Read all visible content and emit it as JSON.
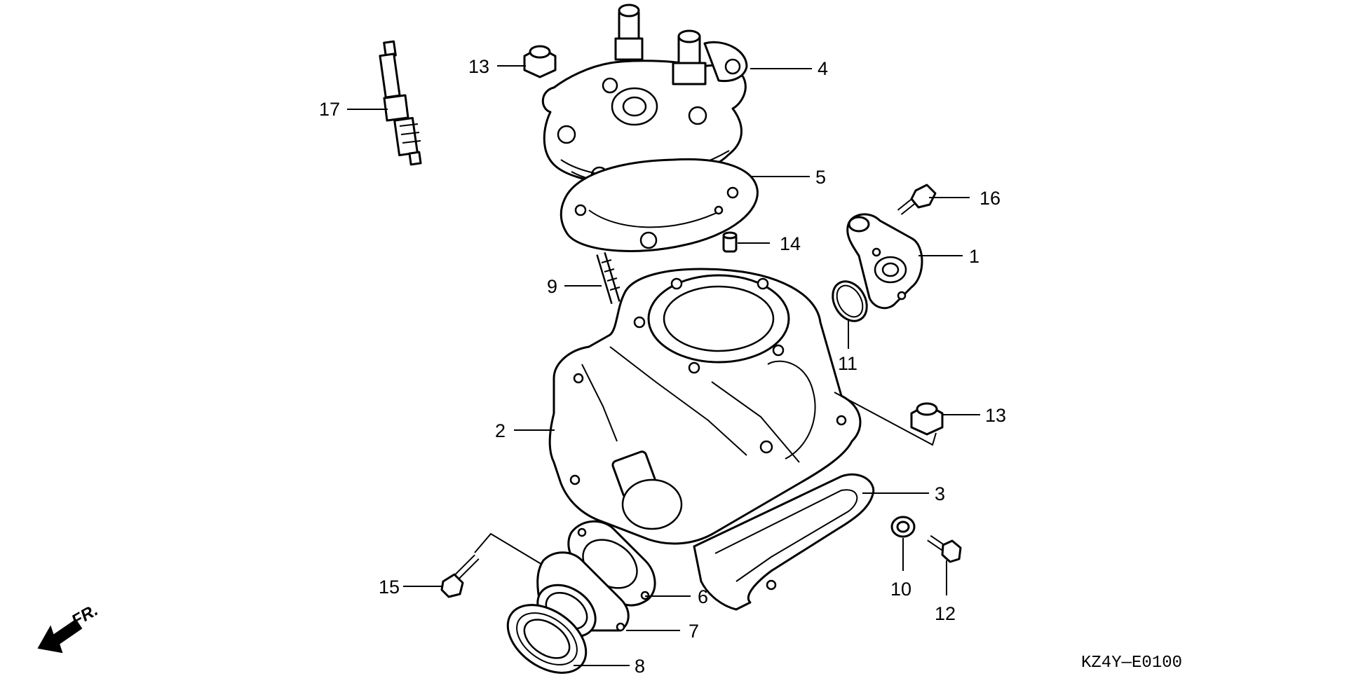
{
  "diagram": {
    "code": "KZ4Y—E0100",
    "direction": "FR.",
    "callouts": [
      {
        "id": "17",
        "part": "spark-plug"
      },
      {
        "id": "13",
        "part": "cap-nut-top"
      },
      {
        "id": "4",
        "part": "cylinder-head"
      },
      {
        "id": "5",
        "part": "head-gasket"
      },
      {
        "id": "16",
        "part": "flange-bolt-top"
      },
      {
        "id": "14",
        "part": "dowel-pin"
      },
      {
        "id": "1",
        "part": "water-joint"
      },
      {
        "id": "9",
        "part": "stud-bolt"
      },
      {
        "id": "11",
        "part": "o-ring"
      },
      {
        "id": "13",
        "part": "cap-nut-right"
      },
      {
        "id": "2",
        "part": "cylinder"
      },
      {
        "id": "3",
        "part": "cylinder-gasket"
      },
      {
        "id": "10",
        "part": "washer"
      },
      {
        "id": "12",
        "part": "flange-bolt-right"
      },
      {
        "id": "6",
        "part": "insulator-gasket"
      },
      {
        "id": "15",
        "part": "flange-bolt-left"
      },
      {
        "id": "7",
        "part": "intake-insulator"
      },
      {
        "id": "8",
        "part": "band"
      }
    ]
  }
}
